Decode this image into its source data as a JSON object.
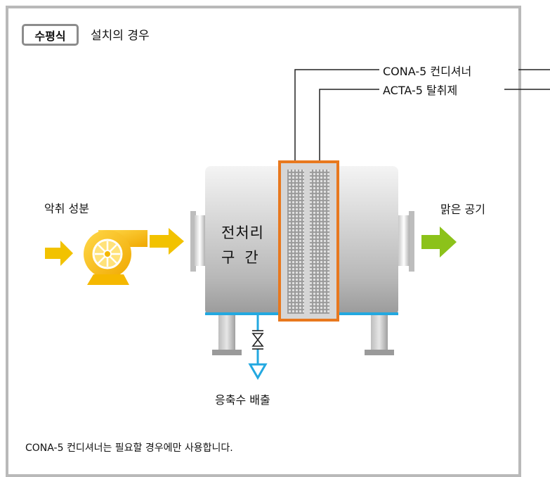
{
  "header": {
    "badge": "수평식",
    "title": "설치의 경우"
  },
  "labels": {
    "conditioner": "CONA-5 컨디셔너",
    "deodorant": "ACTA-5 탈취제",
    "inlet": "악취 성분",
    "outlet": "맑은 공기",
    "pretreatment_line1": "전처리",
    "pretreatment_line2": "구간",
    "drain": "응축수 배출"
  },
  "footnote": "CONA-5 컨디셔너는 필요할 경우에만 사용합니다.",
  "colors": {
    "frame": "#b9b9b9",
    "inlet_arrow": "#f2c200",
    "outlet_arrow": "#8cc21a",
    "filter_outline": "#e8781e",
    "drain": "#23a8e0",
    "fan": "#f5b800"
  }
}
